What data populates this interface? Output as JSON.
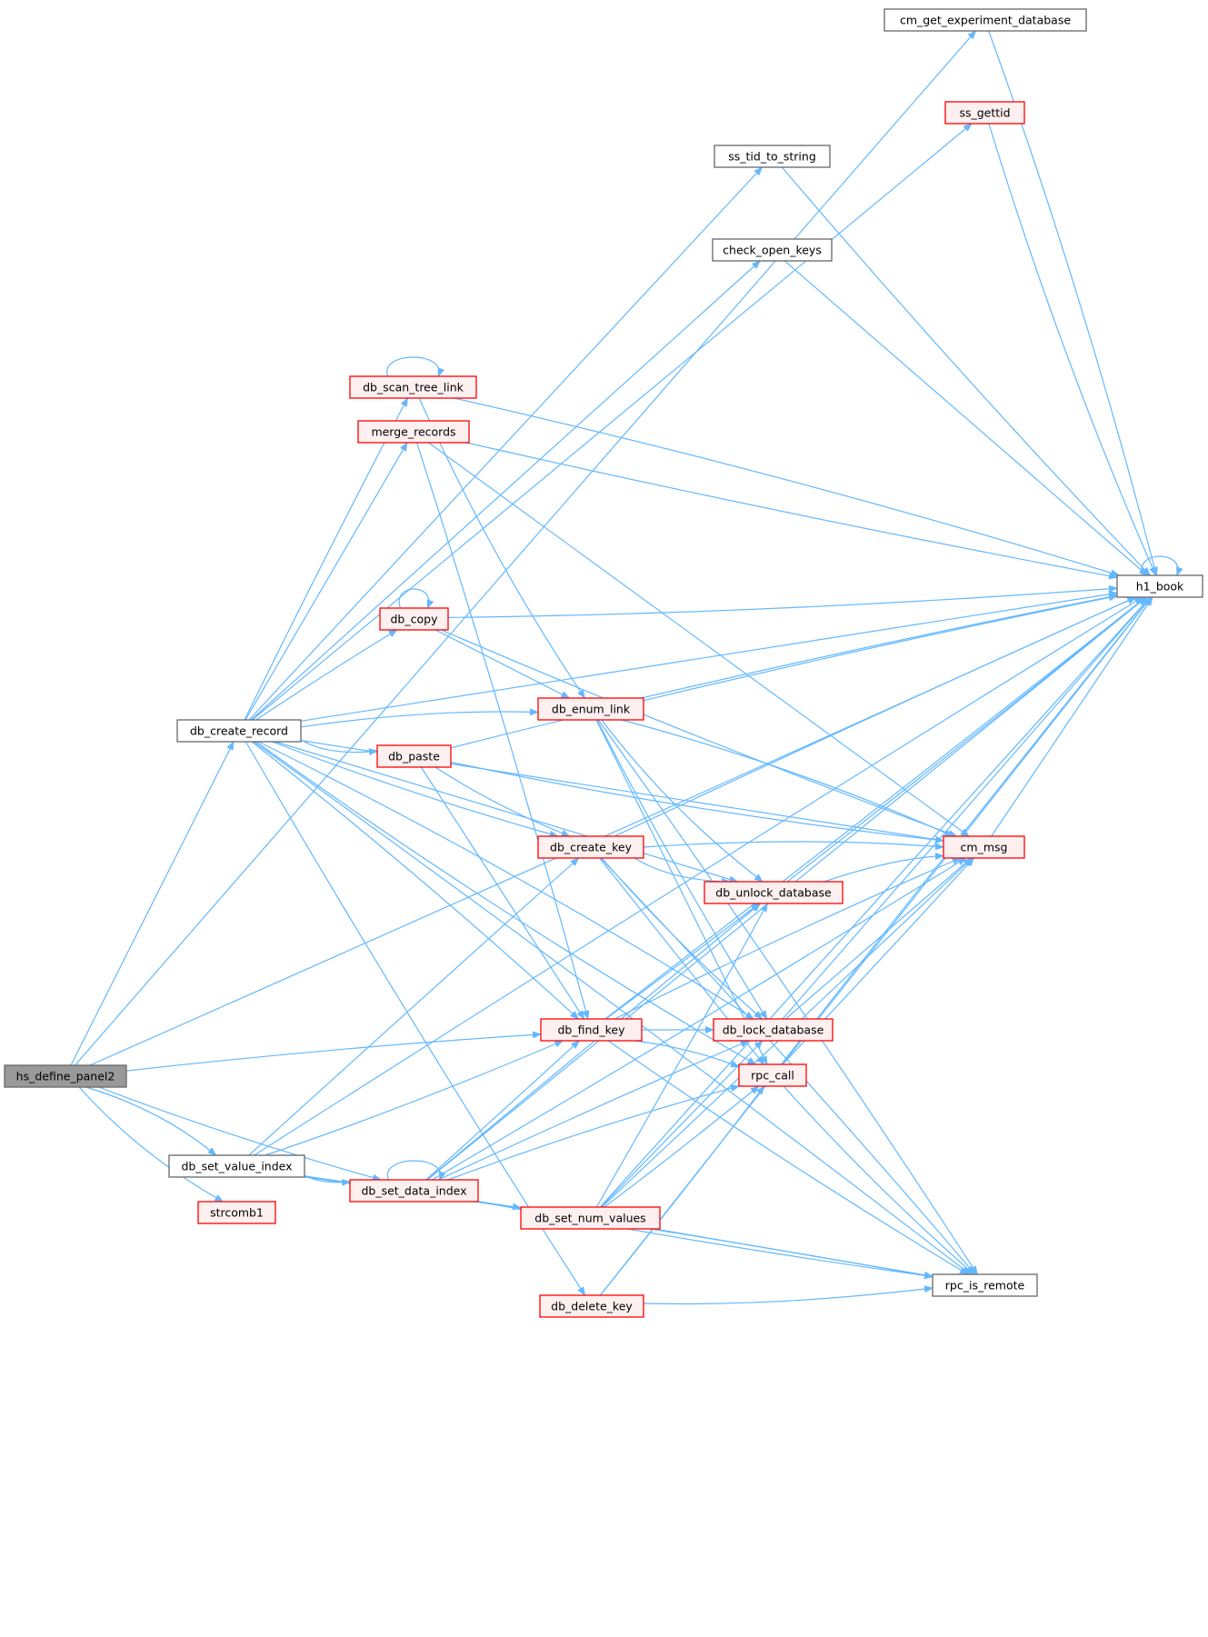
{
  "colors": {
    "edge": "#63b8ff",
    "node_border_default": "#666666",
    "node_fill_default": "#ffffff",
    "node_border_red": "#ff0000",
    "node_fill_red": "#fff0f0",
    "node_fill_root": "#999999",
    "node_border_root": "#666666"
  },
  "nodes": {
    "hs_define_panel2": {
      "label": "hs_define_panel2",
      "style": "root"
    },
    "db_create_record": {
      "label": "db_create_record",
      "style": "default"
    },
    "db_set_value_index": {
      "label": "db_set_value_index",
      "style": "default"
    },
    "strcomb1": {
      "label": "strcomb1",
      "style": "red"
    },
    "cm_get_experiment_database": {
      "label": "cm_get_experiment_database",
      "style": "default"
    },
    "ss_gettid": {
      "label": "ss_gettid",
      "style": "red"
    },
    "ss_tid_to_string": {
      "label": "ss_tid_to_string",
      "style": "default"
    },
    "check_open_keys": {
      "label": "check_open_keys",
      "style": "default"
    },
    "db_scan_tree_link": {
      "label": "db_scan_tree_link",
      "style": "red"
    },
    "merge_records": {
      "label": "merge_records",
      "style": "red"
    },
    "db_copy": {
      "label": "db_copy",
      "style": "red"
    },
    "db_enum_link": {
      "label": "db_enum_link",
      "style": "red"
    },
    "db_paste": {
      "label": "db_paste",
      "style": "red"
    },
    "db_create_key": {
      "label": "db_create_key",
      "style": "red"
    },
    "db_unlock_database": {
      "label": "db_unlock_database",
      "style": "red"
    },
    "db_find_key": {
      "label": "db_find_key",
      "style": "red"
    },
    "db_lock_database": {
      "label": "db_lock_database",
      "style": "red"
    },
    "rpc_call": {
      "label": "rpc_call",
      "style": "red"
    },
    "db_set_data_index": {
      "label": "db_set_data_index",
      "style": "red"
    },
    "db_set_num_values": {
      "label": "db_set_num_values",
      "style": "red"
    },
    "db_delete_key": {
      "label": "db_delete_key",
      "style": "red"
    },
    "cm_msg": {
      "label": "cm_msg",
      "style": "red"
    },
    "h1_book": {
      "label": "h1_book",
      "style": "default"
    },
    "rpc_is_remote": {
      "label": "rpc_is_remote",
      "style": "default"
    }
  },
  "edges": [
    [
      "hs_define_panel2",
      "cm_get_experiment_database"
    ],
    [
      "hs_define_panel2",
      "h1_book"
    ],
    [
      "hs_define_panel2",
      "db_create_record"
    ],
    [
      "hs_define_panel2",
      "db_find_key"
    ],
    [
      "hs_define_panel2",
      "db_set_value_index"
    ],
    [
      "hs_define_panel2",
      "strcomb1"
    ],
    [
      "hs_define_panel2",
      "db_set_data_index"
    ],
    [
      "db_create_record",
      "h1_book"
    ],
    [
      "db_create_record",
      "ss_gettid"
    ],
    [
      "db_create_record",
      "ss_tid_to_string"
    ],
    [
      "db_create_record",
      "check_open_keys"
    ],
    [
      "db_create_record",
      "db_scan_tree_link"
    ],
    [
      "db_create_record",
      "merge_records"
    ],
    [
      "db_create_record",
      "db_copy"
    ],
    [
      "db_create_record",
      "db_enum_link"
    ],
    [
      "db_create_record",
      "db_paste"
    ],
    [
      "db_create_record",
      "db_create_key"
    ],
    [
      "db_create_record",
      "db_unlock_database"
    ],
    [
      "db_create_record",
      "db_find_key"
    ],
    [
      "db_create_record",
      "db_lock_database"
    ],
    [
      "db_create_record",
      "rpc_call"
    ],
    [
      "db_create_record",
      "db_delete_key"
    ],
    [
      "db_create_record",
      "cm_msg"
    ],
    [
      "db_create_record",
      "rpc_is_remote"
    ],
    [
      "cm_get_experiment_database",
      "h1_book"
    ],
    [
      "ss_gettid",
      "h1_book"
    ],
    [
      "ss_tid_to_string",
      "h1_book"
    ],
    [
      "check_open_keys",
      "h1_book"
    ],
    [
      "db_scan_tree_link",
      "db_scan_tree_link"
    ],
    [
      "db_scan_tree_link",
      "h1_book"
    ],
    [
      "db_scan_tree_link",
      "db_enum_link"
    ],
    [
      "merge_records",
      "h1_book"
    ],
    [
      "merge_records",
      "cm_msg"
    ],
    [
      "merge_records",
      "db_find_key"
    ],
    [
      "db_copy",
      "db_copy"
    ],
    [
      "db_copy",
      "h1_book"
    ],
    [
      "db_copy",
      "cm_msg"
    ],
    [
      "db_copy",
      "db_enum_link"
    ],
    [
      "db_enum_link",
      "h1_book"
    ],
    [
      "db_enum_link",
      "cm_msg"
    ],
    [
      "db_enum_link",
      "db_unlock_database"
    ],
    [
      "db_enum_link",
      "db_lock_database"
    ],
    [
      "db_enum_link",
      "rpc_call"
    ],
    [
      "db_enum_link",
      "rpc_is_remote"
    ],
    [
      "db_paste",
      "h1_book"
    ],
    [
      "db_paste",
      "cm_msg"
    ],
    [
      "db_paste",
      "db_create_key"
    ],
    [
      "db_paste",
      "db_find_key"
    ],
    [
      "db_create_key",
      "h1_book"
    ],
    [
      "db_create_key",
      "cm_msg"
    ],
    [
      "db_create_key",
      "db_unlock_database"
    ],
    [
      "db_create_key",
      "db_lock_database"
    ],
    [
      "db_create_key",
      "rpc_call"
    ],
    [
      "db_create_key",
      "rpc_is_remote"
    ],
    [
      "db_unlock_database",
      "cm_msg"
    ],
    [
      "db_unlock_database",
      "h1_book"
    ],
    [
      "db_find_key",
      "db_unlock_database"
    ],
    [
      "db_find_key",
      "db_lock_database"
    ],
    [
      "db_find_key",
      "rpc_call"
    ],
    [
      "db_find_key",
      "cm_msg"
    ],
    [
      "db_find_key",
      "h1_book"
    ],
    [
      "db_find_key",
      "rpc_is_remote"
    ],
    [
      "db_lock_database",
      "cm_msg"
    ],
    [
      "db_lock_database",
      "h1_book"
    ],
    [
      "rpc_call",
      "cm_msg"
    ],
    [
      "rpc_call",
      "h1_book"
    ],
    [
      "rpc_call",
      "rpc_is_remote"
    ],
    [
      "cm_msg",
      "h1_book"
    ],
    [
      "h1_book",
      "h1_book"
    ],
    [
      "db_set_value_index",
      "db_create_key"
    ],
    [
      "db_set_value_index",
      "db_find_key"
    ],
    [
      "db_set_value_index",
      "db_set_data_index"
    ],
    [
      "db_set_value_index",
      "db_set_num_values"
    ],
    [
      "db_set_value_index",
      "rpc_is_remote"
    ],
    [
      "db_set_value_index",
      "h1_book"
    ],
    [
      "db_set_data_index",
      "db_set_data_index"
    ],
    [
      "db_set_data_index",
      "db_find_key"
    ],
    [
      "db_set_data_index",
      "db_unlock_database"
    ],
    [
      "db_set_data_index",
      "db_lock_database"
    ],
    [
      "db_set_data_index",
      "rpc_call"
    ],
    [
      "db_set_data_index",
      "cm_msg"
    ],
    [
      "db_set_data_index",
      "rpc_is_remote"
    ],
    [
      "db_set_data_index",
      "h1_book"
    ],
    [
      "db_set_num_values",
      "db_unlock_database"
    ],
    [
      "db_set_num_values",
      "db_lock_database"
    ],
    [
      "db_set_num_values",
      "rpc_call"
    ],
    [
      "db_set_num_values",
      "cm_msg"
    ],
    [
      "db_set_num_values",
      "rpc_is_remote"
    ],
    [
      "db_set_num_values",
      "h1_book"
    ],
    [
      "db_delete_key",
      "rpc_call"
    ],
    [
      "db_delete_key",
      "rpc_is_remote"
    ],
    [
      "db_delete_key",
      "h1_book"
    ]
  ]
}
